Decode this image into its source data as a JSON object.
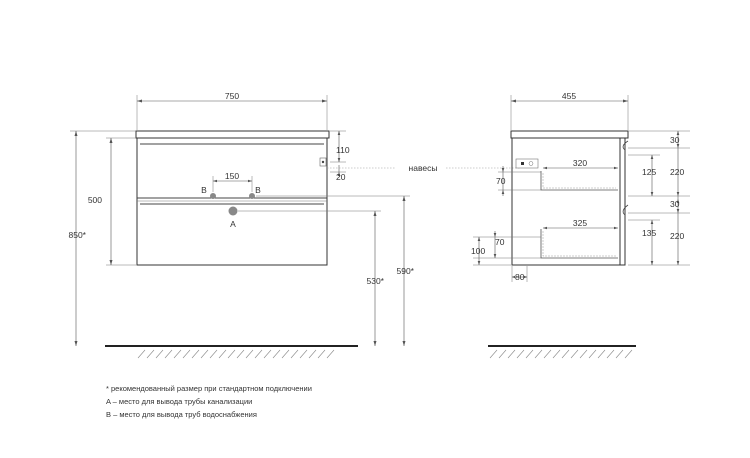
{
  "front_view": {
    "width": "750",
    "hole_spacing": "150",
    "height": "500",
    "total_height": "850*",
    "top_panel": "110",
    "hinge_offset": "20",
    "pipe_a_height": "530*",
    "pipe_b_height": "590*",
    "label_a": "A",
    "label_b_left": "B",
    "label_b_right": "B",
    "hinges_label": "навесы"
  },
  "side_view": {
    "depth": "455",
    "drawer1_depth": "320",
    "drawer2_depth": "325",
    "offset_80": "80",
    "d70_top": "70",
    "d70_bottom": "70",
    "d100": "100",
    "r30_top": "30",
    "r125": "125",
    "r220_top": "220",
    "r30_mid": "30",
    "r135": "135",
    "r220_bottom": "220"
  },
  "notes": {
    "line1": "* рекомендованный размер при стандартном подключении",
    "line2": "A – место для вывода трубы канализации",
    "line3": "B – место для вывода труб водоснабжения"
  }
}
